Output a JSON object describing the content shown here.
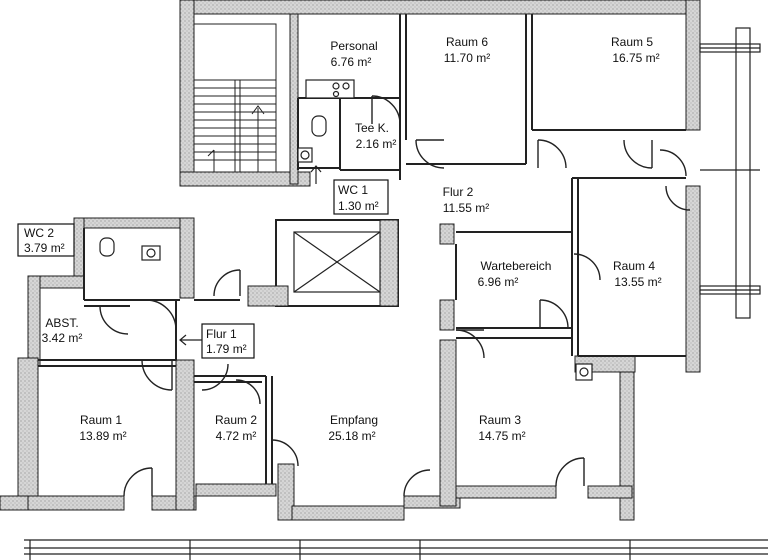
{
  "rooms": [
    {
      "id": "personal",
      "name": "Personal",
      "area": "6.76 m²"
    },
    {
      "id": "raum6",
      "name": "Raum 6",
      "area": "11.70 m²"
    },
    {
      "id": "raum5",
      "name": "Raum 5",
      "area": "16.75 m²"
    },
    {
      "id": "teek",
      "name": "Tee K.",
      "area": "2.16 m²"
    },
    {
      "id": "wc1",
      "name": "WC 1",
      "area": "1.30 m²"
    },
    {
      "id": "flur2",
      "name": "Flur 2",
      "area": "11.55 m²"
    },
    {
      "id": "wc2",
      "name": "WC 2",
      "area": "3.79 m²"
    },
    {
      "id": "wartebereich",
      "name": "Wartebereich",
      "area": "6.96 m²"
    },
    {
      "id": "raum4",
      "name": "Raum 4",
      "area": "13.55 m²"
    },
    {
      "id": "abst",
      "name": "ABST.",
      "area": "3.42 m²"
    },
    {
      "id": "flur1",
      "name": "Flur 1",
      "area": "1.79 m²"
    },
    {
      "id": "raum1",
      "name": "Raum 1",
      "area": "13.89 m²"
    },
    {
      "id": "raum2",
      "name": "Raum 2",
      "area": "4.72 m²"
    },
    {
      "id": "empfang",
      "name": "Empfang",
      "area": "25.18 m²"
    },
    {
      "id": "raum3",
      "name": "Raum 3",
      "area": "14.75 m²"
    }
  ]
}
